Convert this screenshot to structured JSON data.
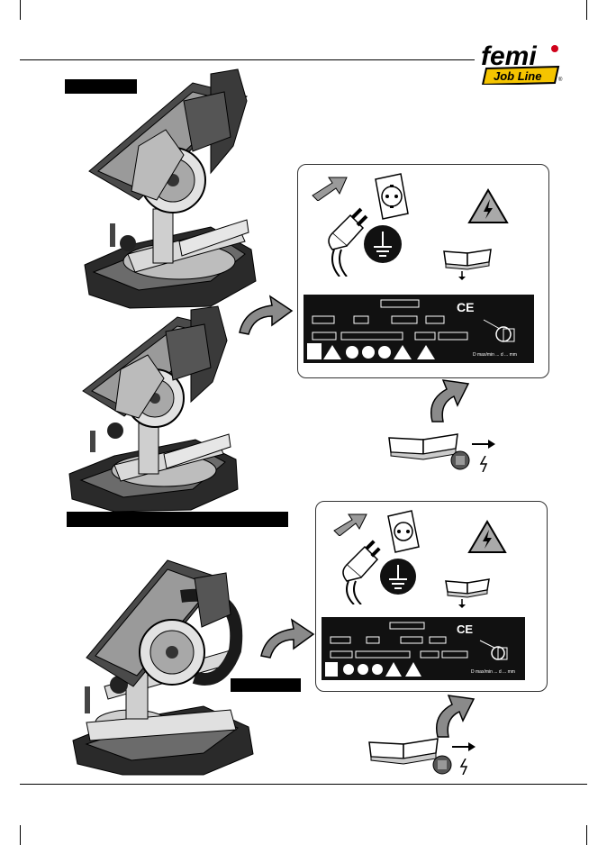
{
  "brand": {
    "name": "femi",
    "tagline": "Job Line",
    "registered": "®",
    "colors": {
      "black": "#000000",
      "yellow": "#f5c400",
      "red": "#d0021b"
    }
  },
  "label_plate": {
    "ce_mark": "CE",
    "dimension_text": "D max/min ... d ... mm"
  },
  "icons": [
    "arrow-icon",
    "plug-icon",
    "socket-icon",
    "ground-icon",
    "high-voltage-warning-icon",
    "manual-book-icon",
    "lightning-icon"
  ]
}
